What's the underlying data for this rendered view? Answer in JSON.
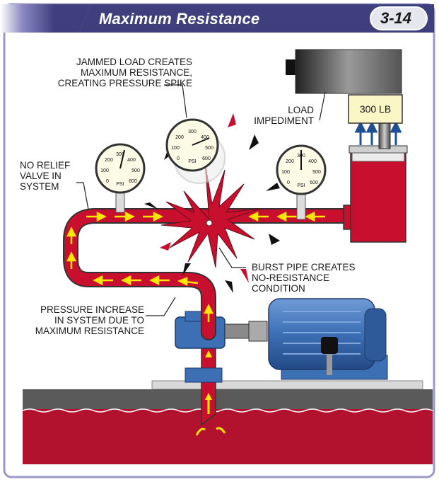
{
  "header": {
    "title": "Maximum Resistance",
    "figure_number": "3-14"
  },
  "labels": {
    "jammed": [
      "JAMMED LOAD CREATES",
      "MAXIMUM RESISTANCE,",
      "CREATING PRESSURE SPIKE"
    ],
    "load_impediment": [
      "LOAD",
      "IMPEDIMENT"
    ],
    "load_weight": "300 LB",
    "no_relief": [
      "NO RELIEF",
      "VALVE IN",
      "SYSTEM"
    ],
    "burst": [
      "BURST PIPE CREATES",
      "NO-RESISTANCE",
      "CONDITION"
    ],
    "pressure_increase": [
      "PRESSURE INCREASE",
      "IN SYSTEM DUE TO",
      "MAXIMUM RESISTANCE"
    ]
  },
  "gauges": {
    "unit": "PSI",
    "ticks": [
      "0",
      "100",
      "200",
      "300",
      "400",
      "500",
      "600"
    ]
  },
  "colors": {
    "hydraulic_fluid": "#c8102e",
    "flow_arrow": "#ffe600",
    "motor": "#3d6fb5",
    "header_bar": "#4a4a8a",
    "floor": "#5a5a5a"
  }
}
